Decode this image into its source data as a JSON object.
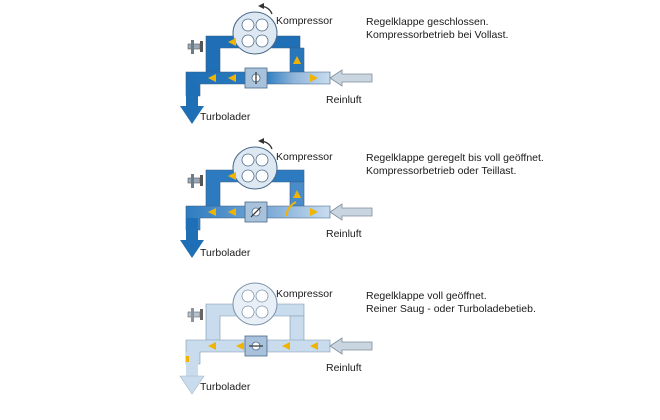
{
  "colors": {
    "dark_blue": "#1f6fb6",
    "light_blue": "#c9dcee",
    "arrow_yellow": "#f0b400",
    "grey_arrow": "#a9b9c9",
    "compressor_fill": "#dde8f2",
    "outline": "#4a6a8a"
  },
  "panels": [
    {
      "compressor_label": "Kompressor",
      "intake_label": "Reinluft",
      "outlet_label": "Turbolader",
      "desc_line1": "Regelklappe geschlossen.",
      "desc_line2": "Kompressorbetrieb bei Vollast.",
      "valve_state": "closed"
    },
    {
      "compressor_label": "Kompressor",
      "intake_label": "Reinluft",
      "outlet_label": "Turbolader",
      "desc_line1": "Regelklappe geregelt bis voll geöffnet.",
      "desc_line2": "Kompressorbetrieb oder Teillast.",
      "valve_state": "partial"
    },
    {
      "compressor_label": "Kompressor",
      "intake_label": "Reinluft",
      "outlet_label": "Turbolader",
      "desc_line1": "Regelklappe voll geöffnet.",
      "desc_line2": "Reiner Saug - oder Turboladebetieb.",
      "valve_state": "open"
    }
  ]
}
